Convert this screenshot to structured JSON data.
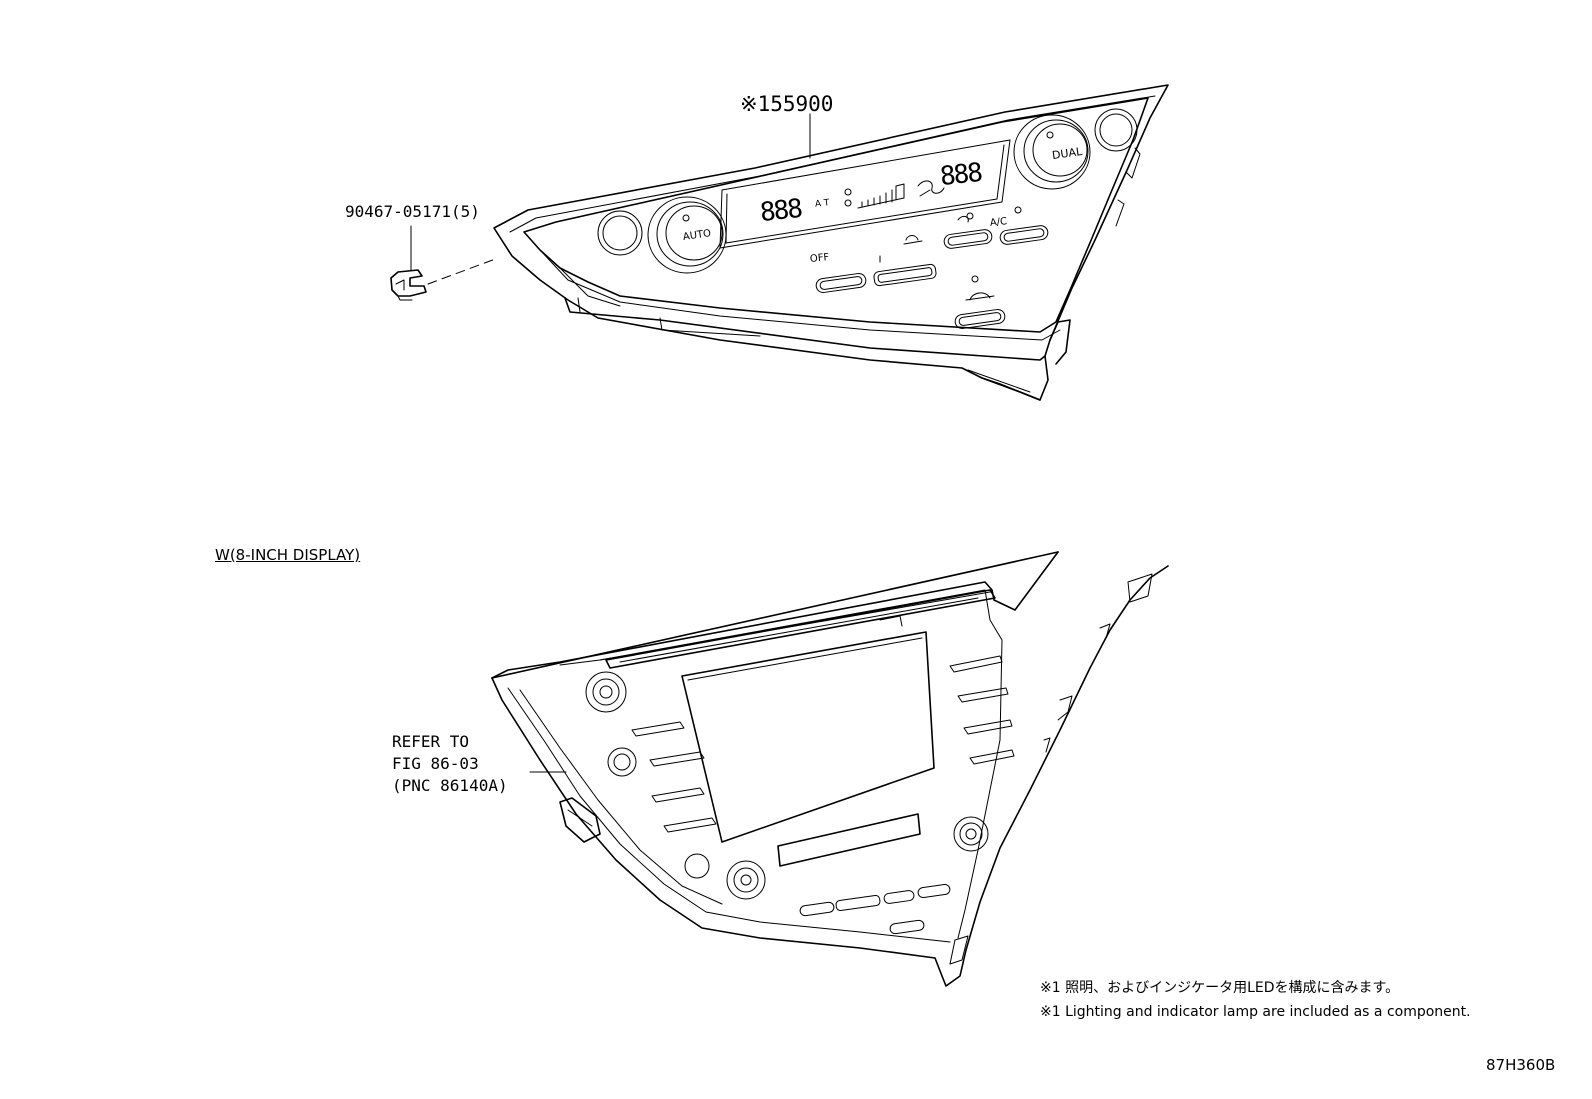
{
  "diagram": {
    "title": "",
    "callouts": {
      "main_part": "※155900",
      "clip_part": "90467-05171(5)",
      "variant_label": "W(8-INCH DISPLAY)",
      "refer_to": "REFER TO\nFIG 86-03\n(PNC 86140A)"
    },
    "panel_marks": {
      "auto_knob": "AUTO",
      "dual_knob": "DUAL",
      "temp_left": "888",
      "temp_right": "888",
      "fan_auto": "A T",
      "off_button": "OFF",
      "ac_button": "A/C"
    },
    "notes": [
      "※1 照明、およびインジケータ用LEDを構成に含みます。",
      "※1 Lighting and indicator lamp are included as a component."
    ],
    "figure_id": "87H360B"
  },
  "colors": {
    "line": "#000000",
    "background": "#ffffff"
  }
}
